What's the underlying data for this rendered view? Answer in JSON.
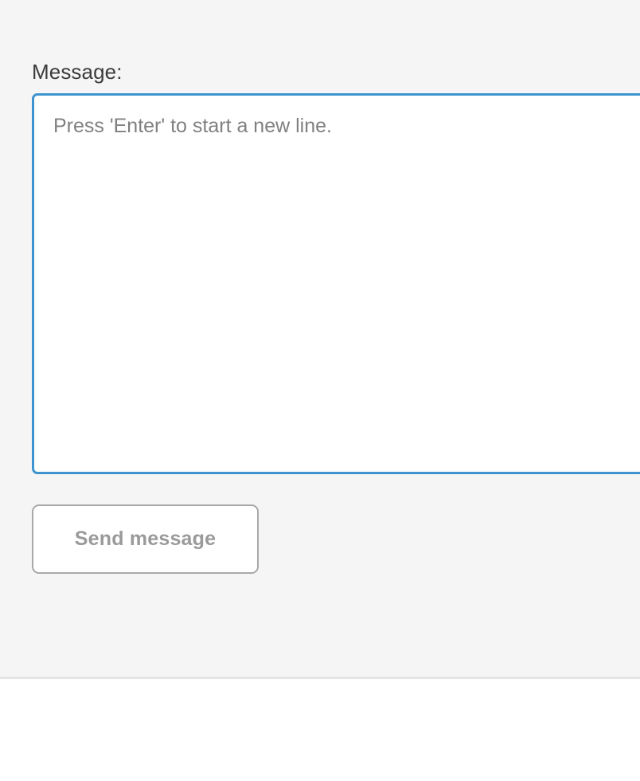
{
  "composer": {
    "label": "Message:",
    "message_value": "",
    "message_placeholder": "Press 'Enter' to start a new line.",
    "send_label": "Send message"
  },
  "colors": {
    "panel_background": "#f5f5f5",
    "divider": "#e4e4e4",
    "page_background": "#ffffff",
    "textarea_focus_border": "#3f94cf",
    "textarea_background": "#ffffff",
    "label_text": "#3c3c3c",
    "placeholder_text": "#808080",
    "button_border": "#a8a8a8",
    "button_text": "#9a9a9a",
    "button_background": "#ffffff"
  }
}
